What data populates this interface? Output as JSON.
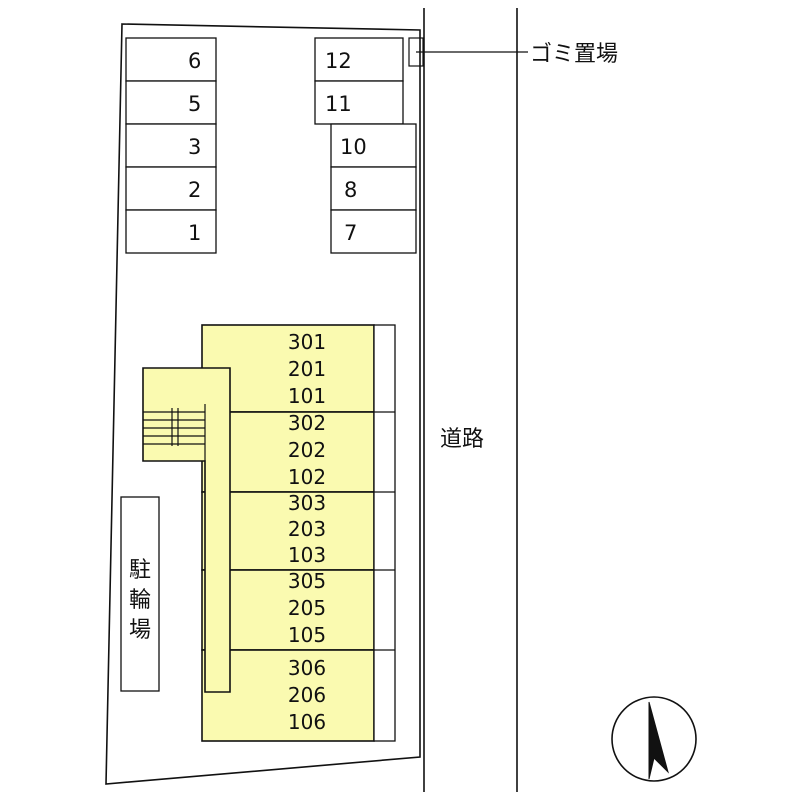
{
  "parking_left": [
    "6",
    "5",
    "3",
    "2",
    "1"
  ],
  "parking_right": [
    "12",
    "11",
    "10",
    "8",
    "7"
  ],
  "unit_groups": [
    [
      "301",
      "201",
      "101"
    ],
    [
      "302",
      "202",
      "102"
    ],
    [
      "303",
      "203",
      "103"
    ],
    [
      "305",
      "205",
      "105"
    ],
    [
      "306",
      "206",
      "106"
    ]
  ],
  "labels": {
    "garbage": "ゴミ置場",
    "road": "道路",
    "bicycle_parking": [
      "駐",
      "輪",
      "場"
    ]
  },
  "colors": {
    "building_fill": "#fafab0",
    "line": "#111111"
  },
  "icons": {
    "compass": "north-arrow-icon"
  }
}
